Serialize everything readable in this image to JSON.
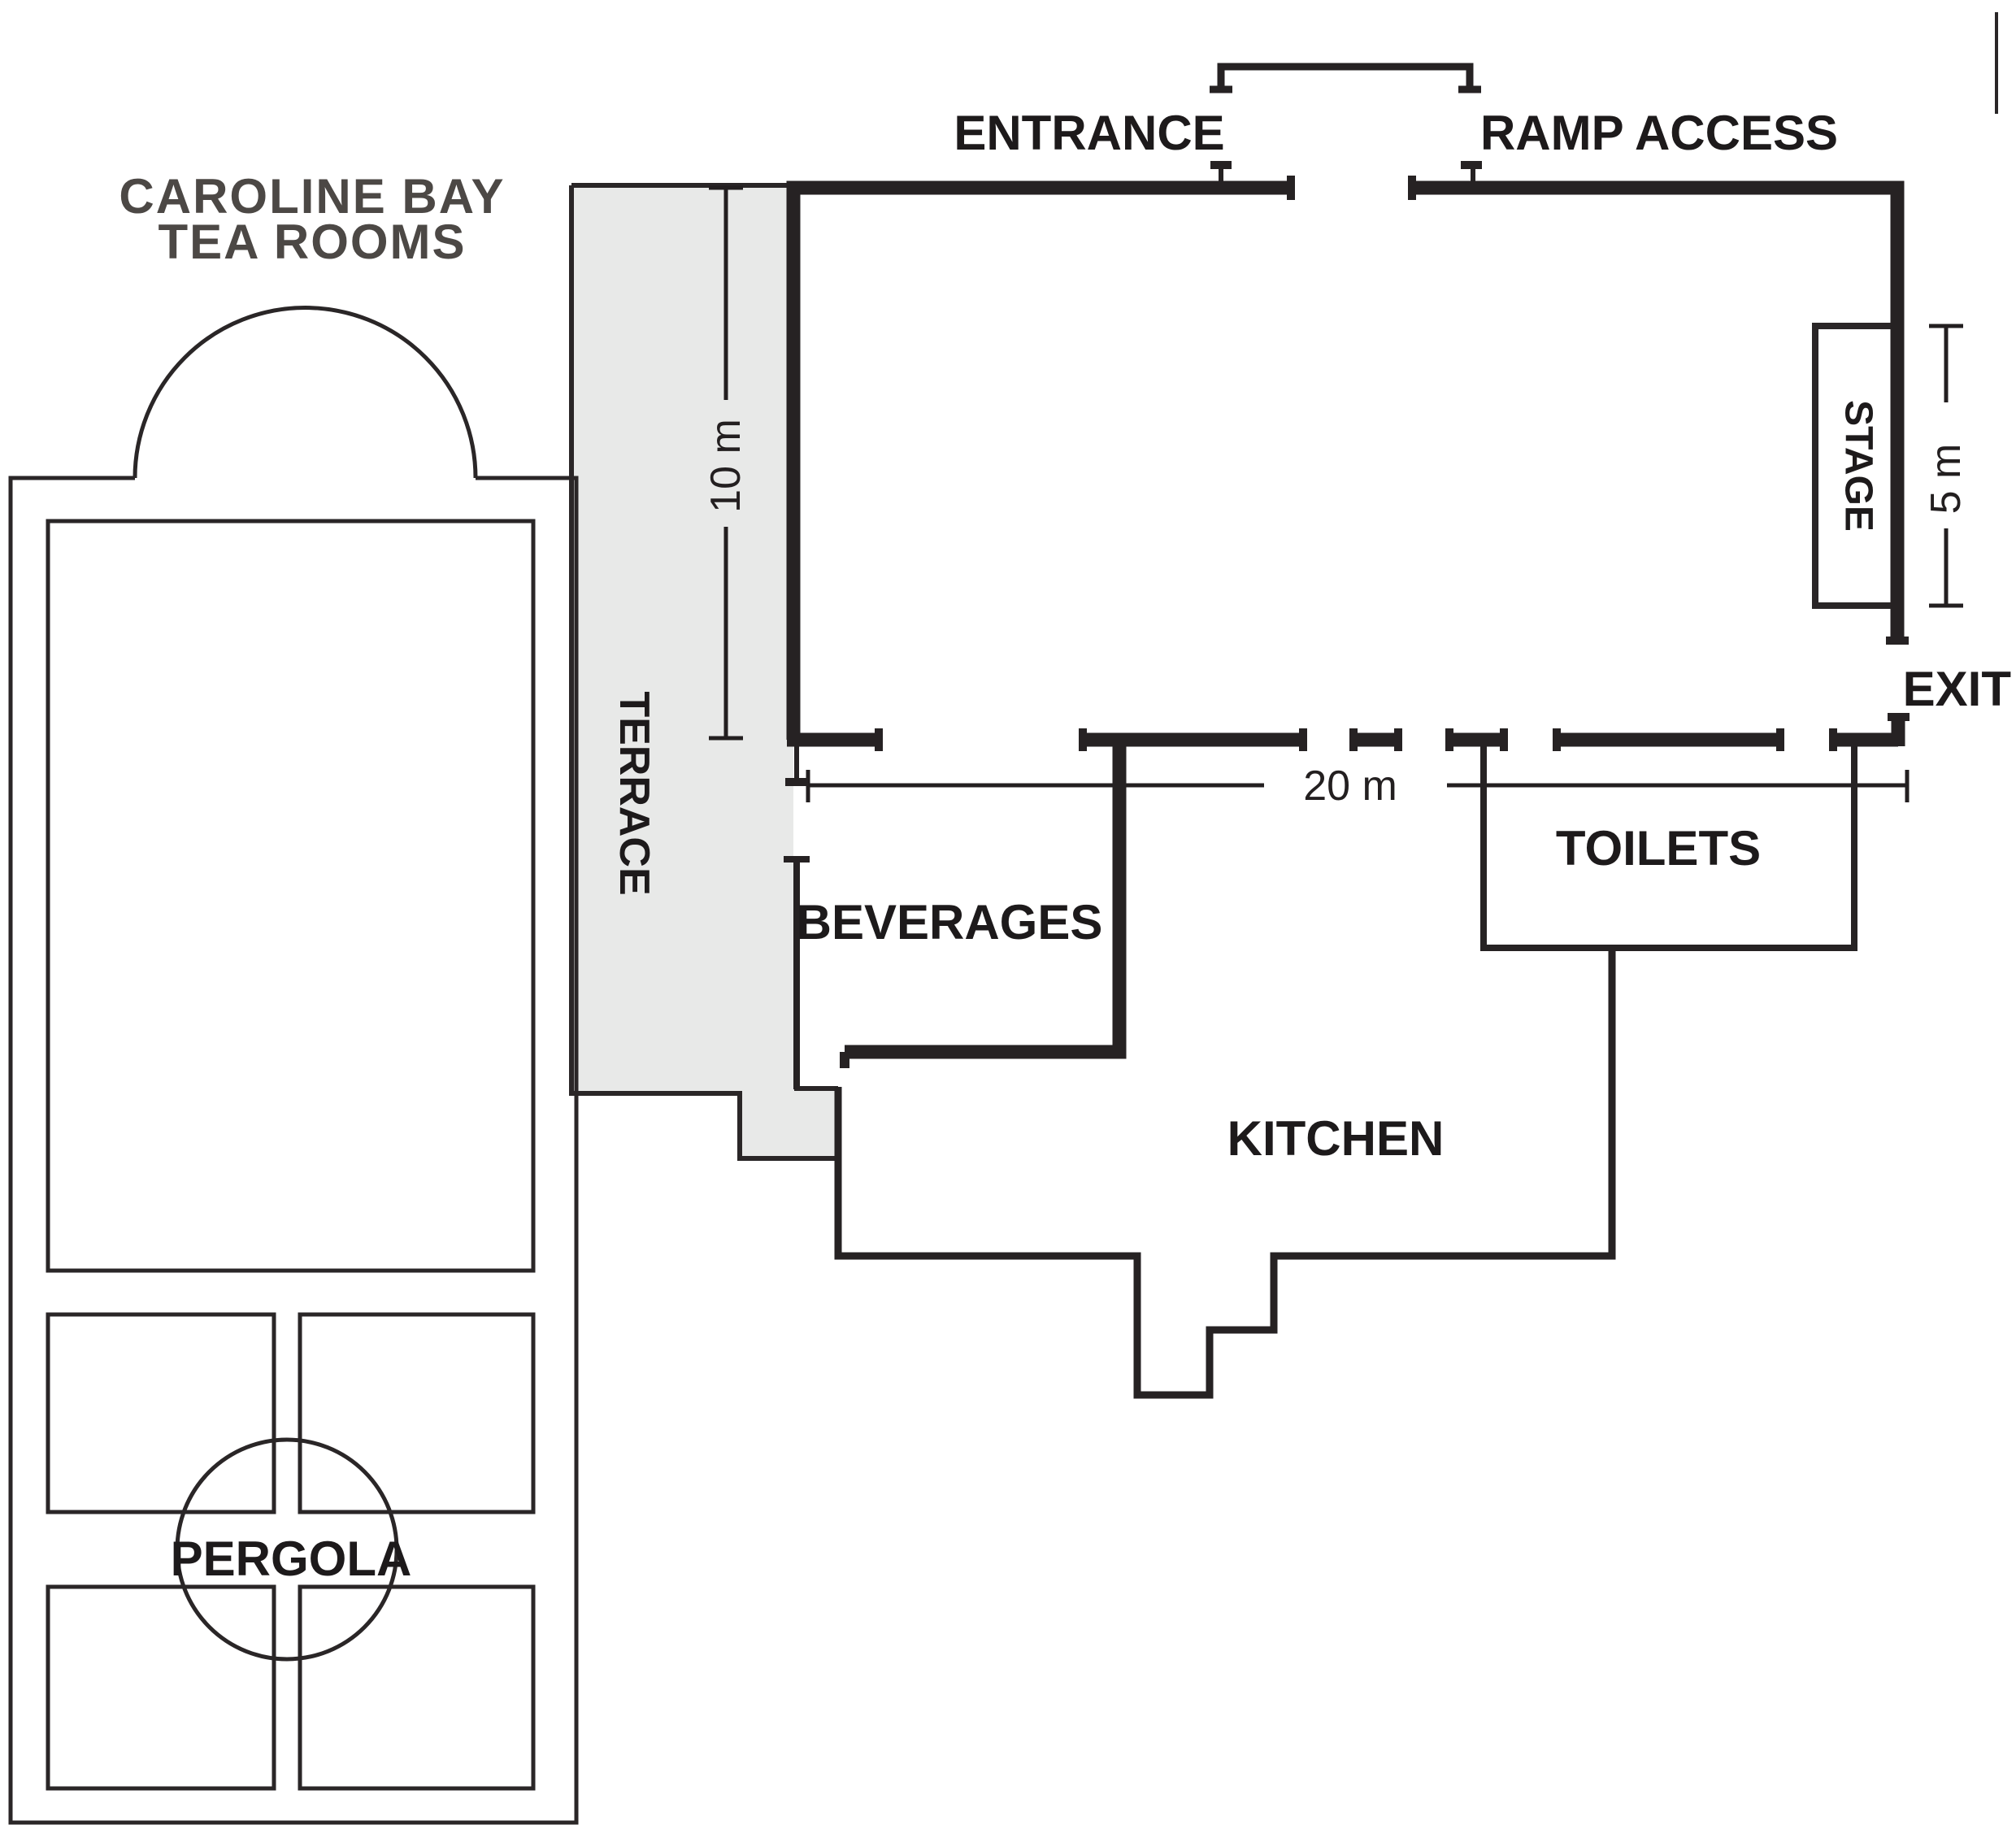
{
  "diagram": {
    "title": {
      "line1": "CAROLINE BAY",
      "line2": "TEA ROOMS"
    },
    "rooms": {
      "terrace": "TERRACE",
      "stage": "STAGE",
      "beverages": "BEVERAGES",
      "kitchen": "KITCHEN",
      "toilets": "TOILETS",
      "pergola": "PERGOLA"
    },
    "access": {
      "entrance": "ENTRANCE",
      "ramp": "RAMP ACCESS",
      "exit": "EXIT"
    },
    "dimensions": {
      "hall_width_label": "20 m",
      "hall_width_m": 20,
      "terrace_depth_label": "10 m",
      "terrace_depth_m": 10,
      "stage_length_label": "5 m",
      "stage_length_m": 5
    },
    "colors": {
      "wall": "#262223",
      "line": "#2a2627",
      "label": "#1d1a1b",
      "title": "#4c4845",
      "terrace_fill": "#e8e9e8",
      "background": "#ffffff"
    }
  }
}
